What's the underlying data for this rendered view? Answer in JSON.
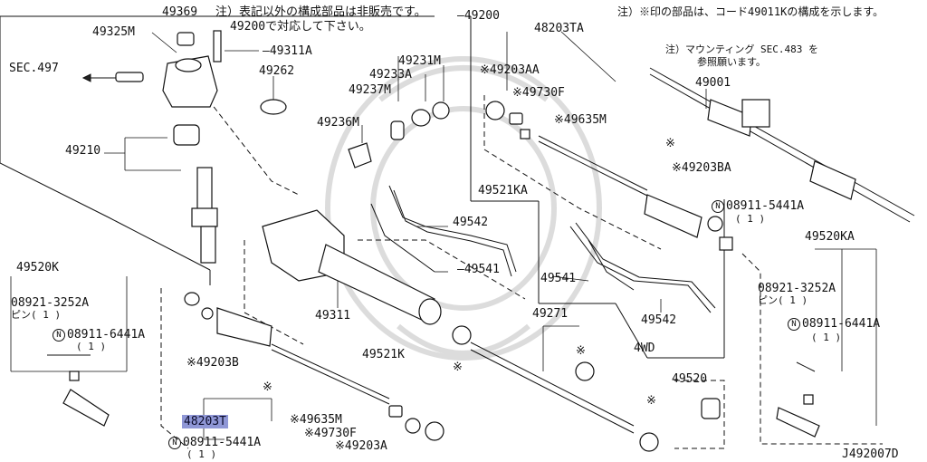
{
  "diagram_id": "J492007D",
  "notes": {
    "top_left_a": "注）表記以外の構成部品は非販売です。",
    "top_left_b": "49200で対応して下さい。",
    "top_right": "注）※印の部品は、コード49011Kの構成を示します。",
    "mounting_a": "注）マウンティング SEC.483 を",
    "mounting_b": "参照願います。"
  },
  "labels": {
    "p49369": "49369",
    "p49325M": "49325M",
    "p49311A": "49311A",
    "sec497": "SEC.497",
    "p49262": "49262",
    "p49231M": "49231M",
    "p49233A": "49233A",
    "p49237M": "49237M",
    "p49236M": "49236M",
    "p49210": "49210",
    "p49200": "49200",
    "p48203TA": "48203TA",
    "p49203AA": "※49203AA",
    "p49730F_top": "※49730F",
    "p49635M_top": "※49635M",
    "p49521KA": "49521KA",
    "p49001": "49001",
    "p49203BA": "※49203BA",
    "bolt_right_top": "08911-5441A",
    "bolt_right_top_qty": "( 1 )",
    "p49542_top": "49542",
    "p49541_top": "49541",
    "p49541_mid": "49541",
    "p49542_mid": "49542",
    "p49520KA": "49520KA",
    "pin_right": "08921-3252A",
    "pin_right_qty": "ピン( 1 )",
    "nut_right": "08911-6441A",
    "nut_right_qty": "( 1 )",
    "p49520K": "49520K",
    "pin_left": "08921-3252A",
    "pin_left_qty": "ピン( 1 )",
    "nut_left": "08911-6441A",
    "nut_left_qty": "( 1 )",
    "p49311": "49311",
    "p49271": "49271",
    "awd": "4WD",
    "p49521K": "49521K",
    "p49203B": "※49203B",
    "star_mark": "※",
    "p48203T": "48203T",
    "p49635M_bot": "※49635M",
    "p49730F_bot": "※49730F",
    "p49203A": "※49203A",
    "bolt_left_bottom": "08911-5441A",
    "bolt_left_bottom_qty": "( 1 )",
    "p49520": "49520",
    "circle_n": "N"
  }
}
